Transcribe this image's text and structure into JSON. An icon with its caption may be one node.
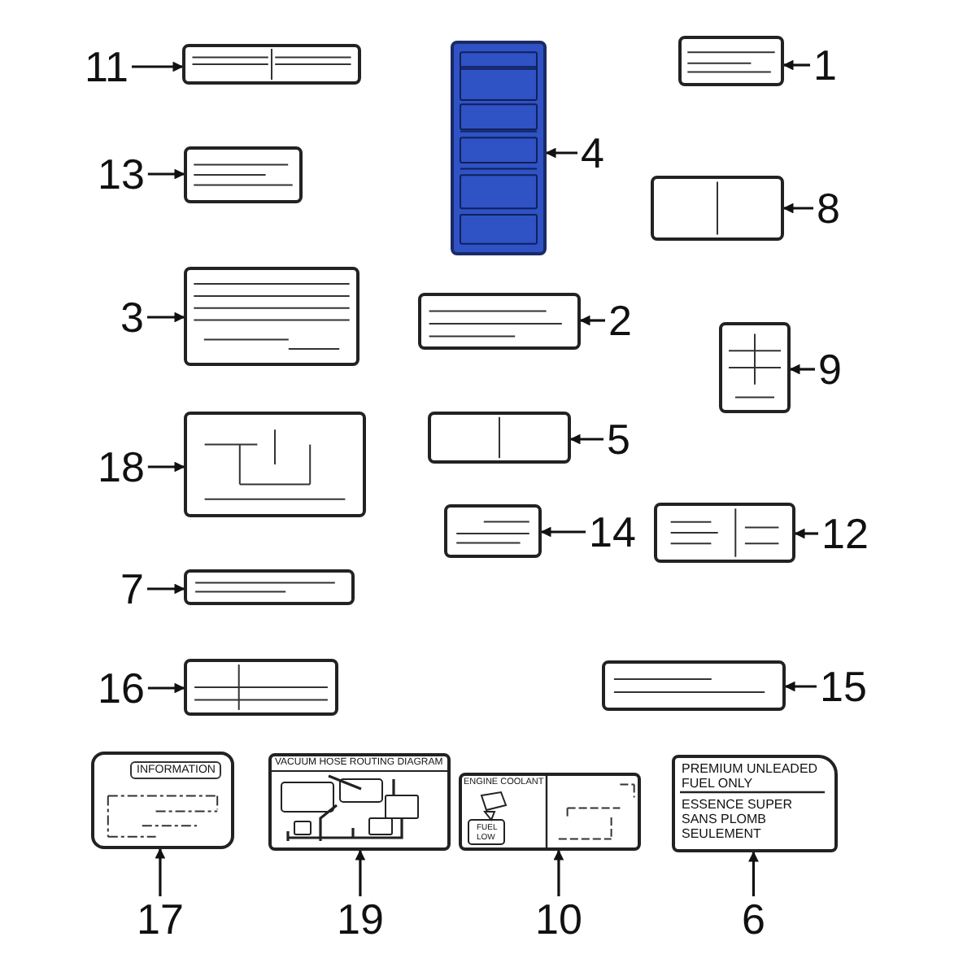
{
  "diagram": {
    "nodes": [
      {
        "text": [
          "11"
        ]
      },
      {
        "text": [],
        "shape": "box"
      },
      {
        "text": [],
        "shape": "box"
      },
      {
        "text": [
          "4"
        ]
      },
      {
        "text": [],
        "shape": "box"
      },
      {
        "text": [
          "1"
        ]
      },
      {
        "text": [
          "13"
        ]
      },
      {
        "text": [],
        "shape": "box"
      },
      {
        "text": [],
        "shape": "box"
      },
      {
        "text": [
          "8"
        ]
      },
      {
        "text": [
          "3"
        ]
      },
      {
        "text": [],
        "shape": "box"
      },
      {
        "text": [],
        "shape": "box"
      },
      {
        "text": [
          "2"
        ]
      },
      {
        "text": [],
        "shape": "box"
      },
      {
        "text": [
          "9"
        ]
      },
      {
        "text": [
          "18"
        ]
      },
      {
        "text": [],
        "shape": "box"
      },
      {
        "text": [],
        "shape": "box"
      },
      {
        "text": [
          "5"
        ]
      },
      {
        "text": [],
        "shape": "box"
      },
      {
        "text": [
          "14"
        ]
      },
      {
        "text": [],
        "shape": "box"
      },
      {
        "text": [
          "12"
        ]
      },
      {
        "text": [
          "7"
        ]
      },
      {
        "text": [],
        "shape": "box"
      },
      {
        "text": [
          "16"
        ]
      },
      {
        "text": [],
        "shape": "box"
      },
      {
        "text": [],
        "shape": "box"
      },
      {
        "text": [
          "15"
        ]
      },
      {
        "text": [
          "INFORMATION"
        ]
      },
      {
        "text": [
          "VACUUM HOSE ROUTING DIAGRAM"
        ]
      },
      {
        "text": [
          "ENGINE COOLANT",
          "FUEL",
          "LOW"
        ]
      },
      {
        "text": [
          "PREMIUM UNLEADED FUEL ONLY",
          "ESSENCE SUPER SANS PLOMB SEULEMENT"
        ]
      },
      {
        "text": [
          "17"
        ]
      },
      {
        "text": [
          "19"
        ]
      },
      {
        "text": [
          "10"
        ]
      },
      {
        "text": [
          "6"
        ]
      }
    ],
    "edges": [
      {
        "from": 0,
        "to": 1,
        "arrow": "to"
      },
      {
        "from": 3,
        "to": 2,
        "arrow": "to"
      },
      {
        "from": 5,
        "to": 4,
        "arrow": "to"
      },
      {
        "from": 6,
        "to": 7,
        "arrow": "to"
      },
      {
        "from": 9,
        "to": 8,
        "arrow": "to"
      },
      {
        "from": 10,
        "to": 11,
        "arrow": "to"
      },
      {
        "from": 13,
        "to": 12,
        "arrow": "to"
      },
      {
        "from": 15,
        "to": 14,
        "arrow": "to"
      },
      {
        "from": 16,
        "to": 17,
        "arrow": "to"
      },
      {
        "from": 19,
        "to": 18,
        "arrow": "to"
      },
      {
        "from": 21,
        "to": 20,
        "arrow": "to"
      },
      {
        "from": 23,
        "to": 22,
        "arrow": "to"
      },
      {
        "from": 24,
        "to": 25,
        "arrow": "to"
      },
      {
        "from": 26,
        "to": 27,
        "arrow": "to"
      },
      {
        "from": 29,
        "to": 28,
        "arrow": "to"
      },
      {
        "from": 34,
        "to": 30,
        "arrow": "to"
      },
      {
        "from": 35,
        "to": 31,
        "arrow": "to"
      },
      {
        "from": 36,
        "to": 32,
        "arrow": "to"
      },
      {
        "from": 37,
        "to": 33,
        "arrow": "to"
      }
    ]
  }
}
